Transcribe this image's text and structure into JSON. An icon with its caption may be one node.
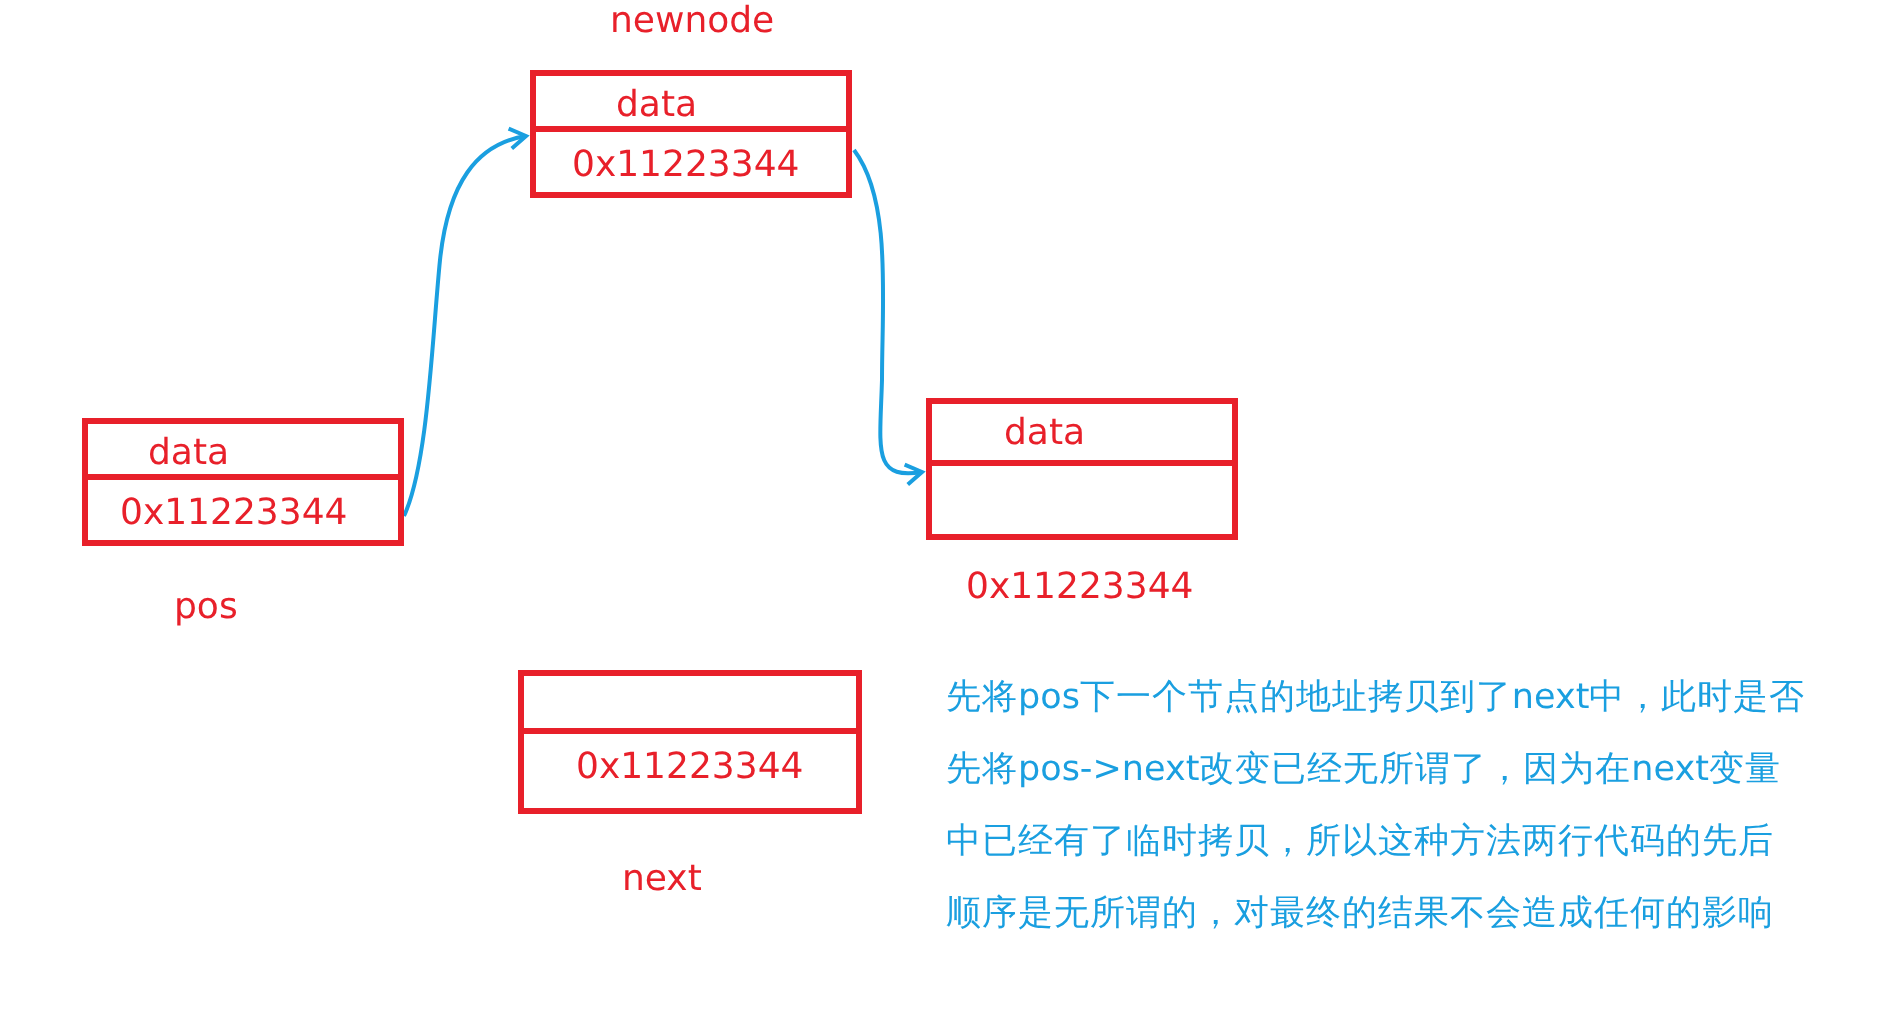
{
  "diagram": {
    "nodes": [
      {
        "text": [
          "newnode",
          "data",
          "0x11223344"
        ]
      },
      {
        "text": [
          "data",
          "0x11223344",
          "pos"
        ]
      },
      {
        "text": [
          "data"
        ],
        "beside": [
          "0x11223344"
        ]
      },
      {
        "text": [
          "0x11223344",
          "next"
        ]
      }
    ],
    "edges": [
      {
        "from": 1,
        "to": 0,
        "arrow": "to"
      },
      {
        "from": 0,
        "to": 2,
        "arrow": "to"
      }
    ],
    "labels": [
      "先将pos下一个节点的地址拷贝到了next中，此时是否先将pos->next改变已经无所谓了，因为在next变量中已经有了临时拷贝，所以这种方法两行代码的先后顺序是无所谓的，对最终的结果不会造成任何的影响"
    ]
  }
}
